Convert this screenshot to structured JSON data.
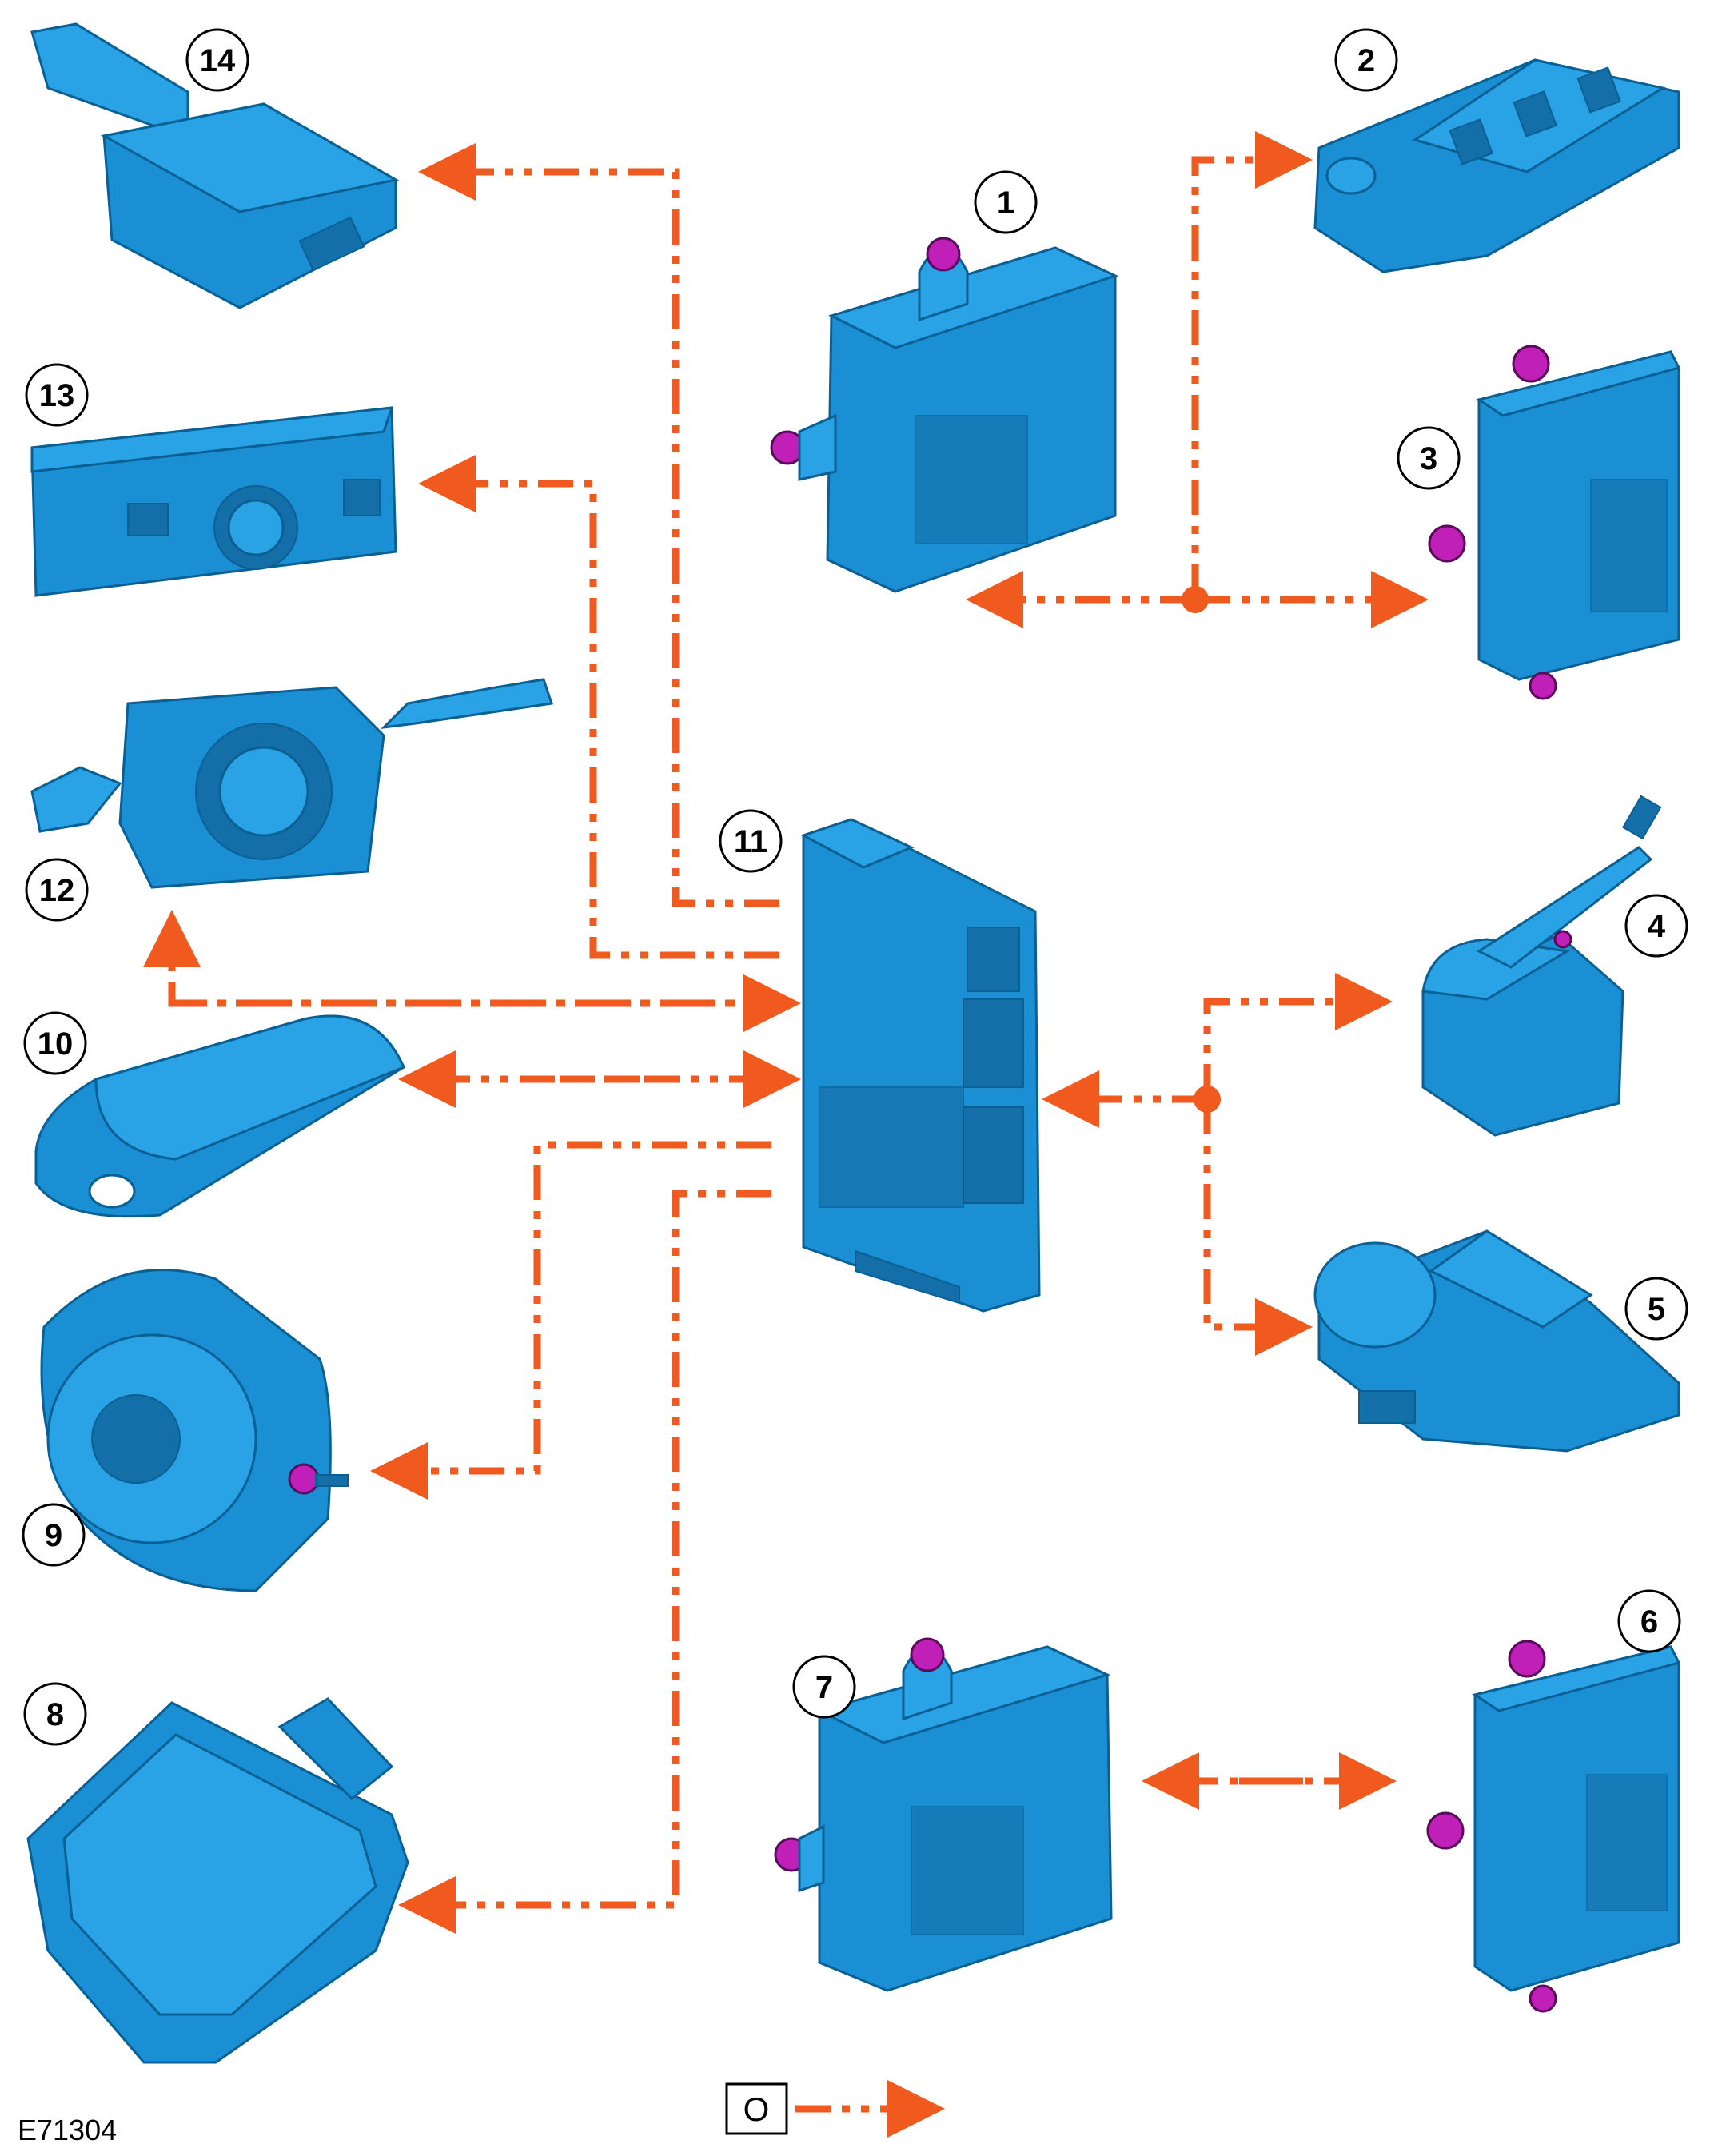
{
  "figure_code": "E71304",
  "legend": {
    "label": "O"
  },
  "callouts": [
    {
      "id": "1",
      "text": "1"
    },
    {
      "id": "2",
      "text": "2"
    },
    {
      "id": "3",
      "text": "3"
    },
    {
      "id": "4",
      "text": "4"
    },
    {
      "id": "5",
      "text": "5"
    },
    {
      "id": "6",
      "text": "6"
    },
    {
      "id": "7",
      "text": "7"
    },
    {
      "id": "8",
      "text": "8"
    },
    {
      "id": "9",
      "text": "9"
    },
    {
      "id": "10",
      "text": "10"
    },
    {
      "id": "11",
      "text": "11"
    },
    {
      "id": "12",
      "text": "12"
    },
    {
      "id": "13",
      "text": "13"
    },
    {
      "id": "14",
      "text": "14"
    }
  ],
  "colors": {
    "component": "#1b8fd4",
    "component_outline": "#0a5f93",
    "mount_lug": "#c020b8",
    "connection": "#f05a1e",
    "callout_ring": "#000000"
  },
  "icons": [
    "connection-arrow-icon",
    "junction-dot-icon"
  ]
}
